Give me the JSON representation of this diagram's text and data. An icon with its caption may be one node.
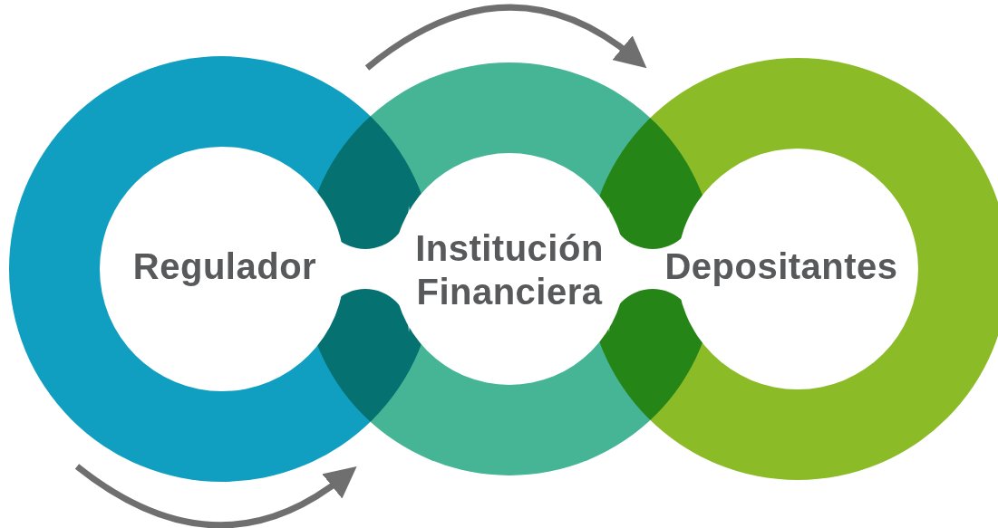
{
  "diagram": {
    "nodes": [
      {
        "text": [
          "Regulador"
        ]
      },
      {
        "text": [
          "Institución Financiera"
        ]
      },
      {
        "text": [
          "Depositantes"
        ]
      }
    ],
    "edges": []
  }
}
